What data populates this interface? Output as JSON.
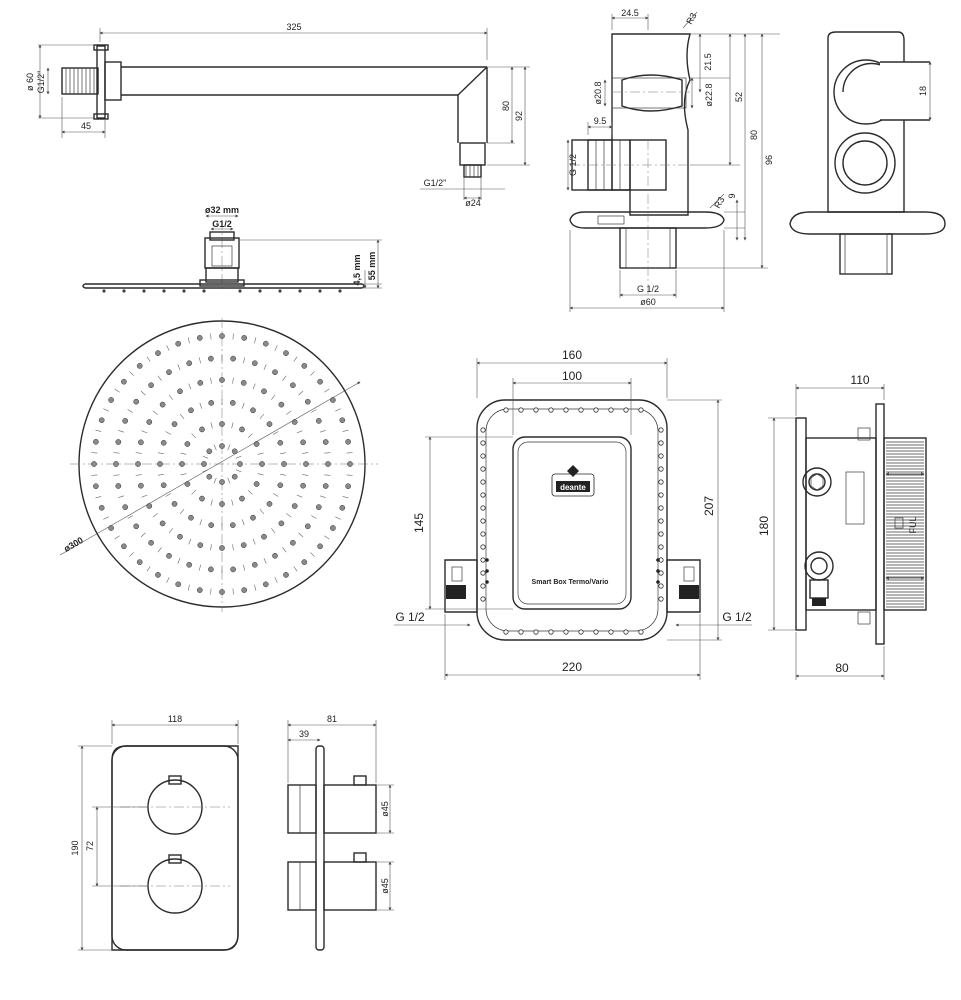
{
  "arm": {
    "d325": "325",
    "d45": "45",
    "dg12": "G1/2\"",
    "d60": "ø 60",
    "d80": "80",
    "d92": "92",
    "dg12b": "G1/2\"",
    "d24": "ø24"
  },
  "head_side": {
    "d32": "ø32 mm",
    "g12": "G1/2",
    "d45": "4,5 mm",
    "d55": "55 mm"
  },
  "elbow": {
    "d245": "24.5",
    "r3a": "R3",
    "d215": "21.5",
    "d208": "ø20.8",
    "d228": "ø22.8",
    "d52": "52",
    "d80": "80",
    "d96": "96",
    "d95": "9.5",
    "g12": "G 1/2",
    "r3b": "R3",
    "d9": "9",
    "g12b": "G 1/2",
    "d60": "ø60"
  },
  "elbow_side": {
    "d18": "18"
  },
  "head_top": {
    "d300": "ø300"
  },
  "box": {
    "d160": "160",
    "d100": "100",
    "d145": "145",
    "d207": "207",
    "g12l": "G 1/2",
    "g12r": "G 1/2",
    "d220": "220",
    "brand": "deante",
    "label": "Smart Box Termo/Vario"
  },
  "box_side": {
    "d110": "110",
    "d180": "180",
    "d80": "80",
    "mark": "FUL"
  },
  "plate": {
    "d118": "118",
    "d190": "190",
    "d72": "72"
  },
  "plate_side": {
    "d81": "81",
    "d39": "39",
    "d45a": "ø45",
    "d45b": "ø45"
  }
}
